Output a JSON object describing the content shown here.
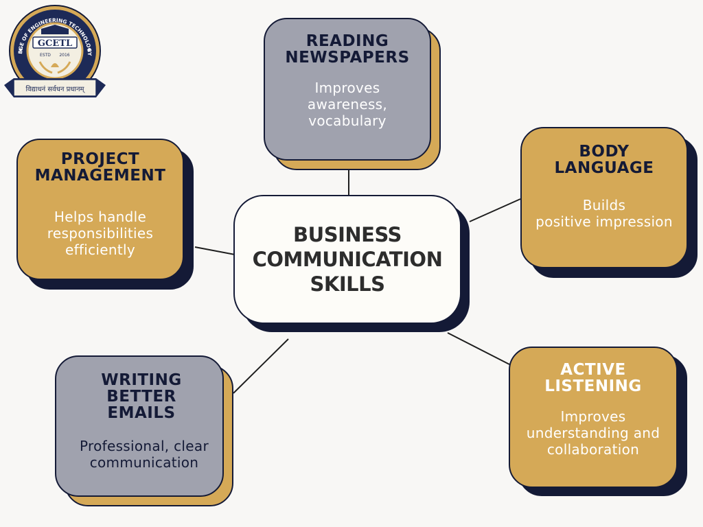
{
  "logo": {
    "ring_text": "GLOBAL COLLEGE OF ENGINEERING TECHNOLOGY & LEARNING",
    "abbr": "GCETL",
    "est": "ESTD",
    "year": "2016",
    "motto": "विद्याधनं सर्वधन प्रधानम्"
  },
  "center": {
    "title": [
      "BUSINESS",
      "COMMUNICATION",
      "SKILLS"
    ]
  },
  "nodes": {
    "reading": {
      "title": [
        "READING",
        "NEWSPAPERS"
      ],
      "desc": [
        "Improves",
        "awareness,",
        "vocabulary"
      ]
    },
    "body": {
      "title": [
        "BODY",
        "LANGUAGE"
      ],
      "desc": [
        "Builds",
        "positive impression"
      ]
    },
    "project": {
      "title": [
        "PROJECT",
        "MANAGEMENT"
      ],
      "desc": [
        "Helps handle",
        "responsibilities",
        "efficiently"
      ]
    },
    "writing": {
      "title": [
        "WRITING",
        "BETTER",
        "EMAILS"
      ],
      "desc": [
        "Professional, clear",
        "communication"
      ]
    },
    "listening": {
      "title": [
        "ACTIVE",
        "LISTENING"
      ],
      "desc": [
        "Improves",
        "understanding and",
        "collaboration"
      ]
    }
  },
  "colors": {
    "gold": "#d5a957",
    "grey": "#a0a2ae",
    "navy": "#141a36",
    "cream": "#fdfcf8",
    "background": "#f8f7f5"
  }
}
